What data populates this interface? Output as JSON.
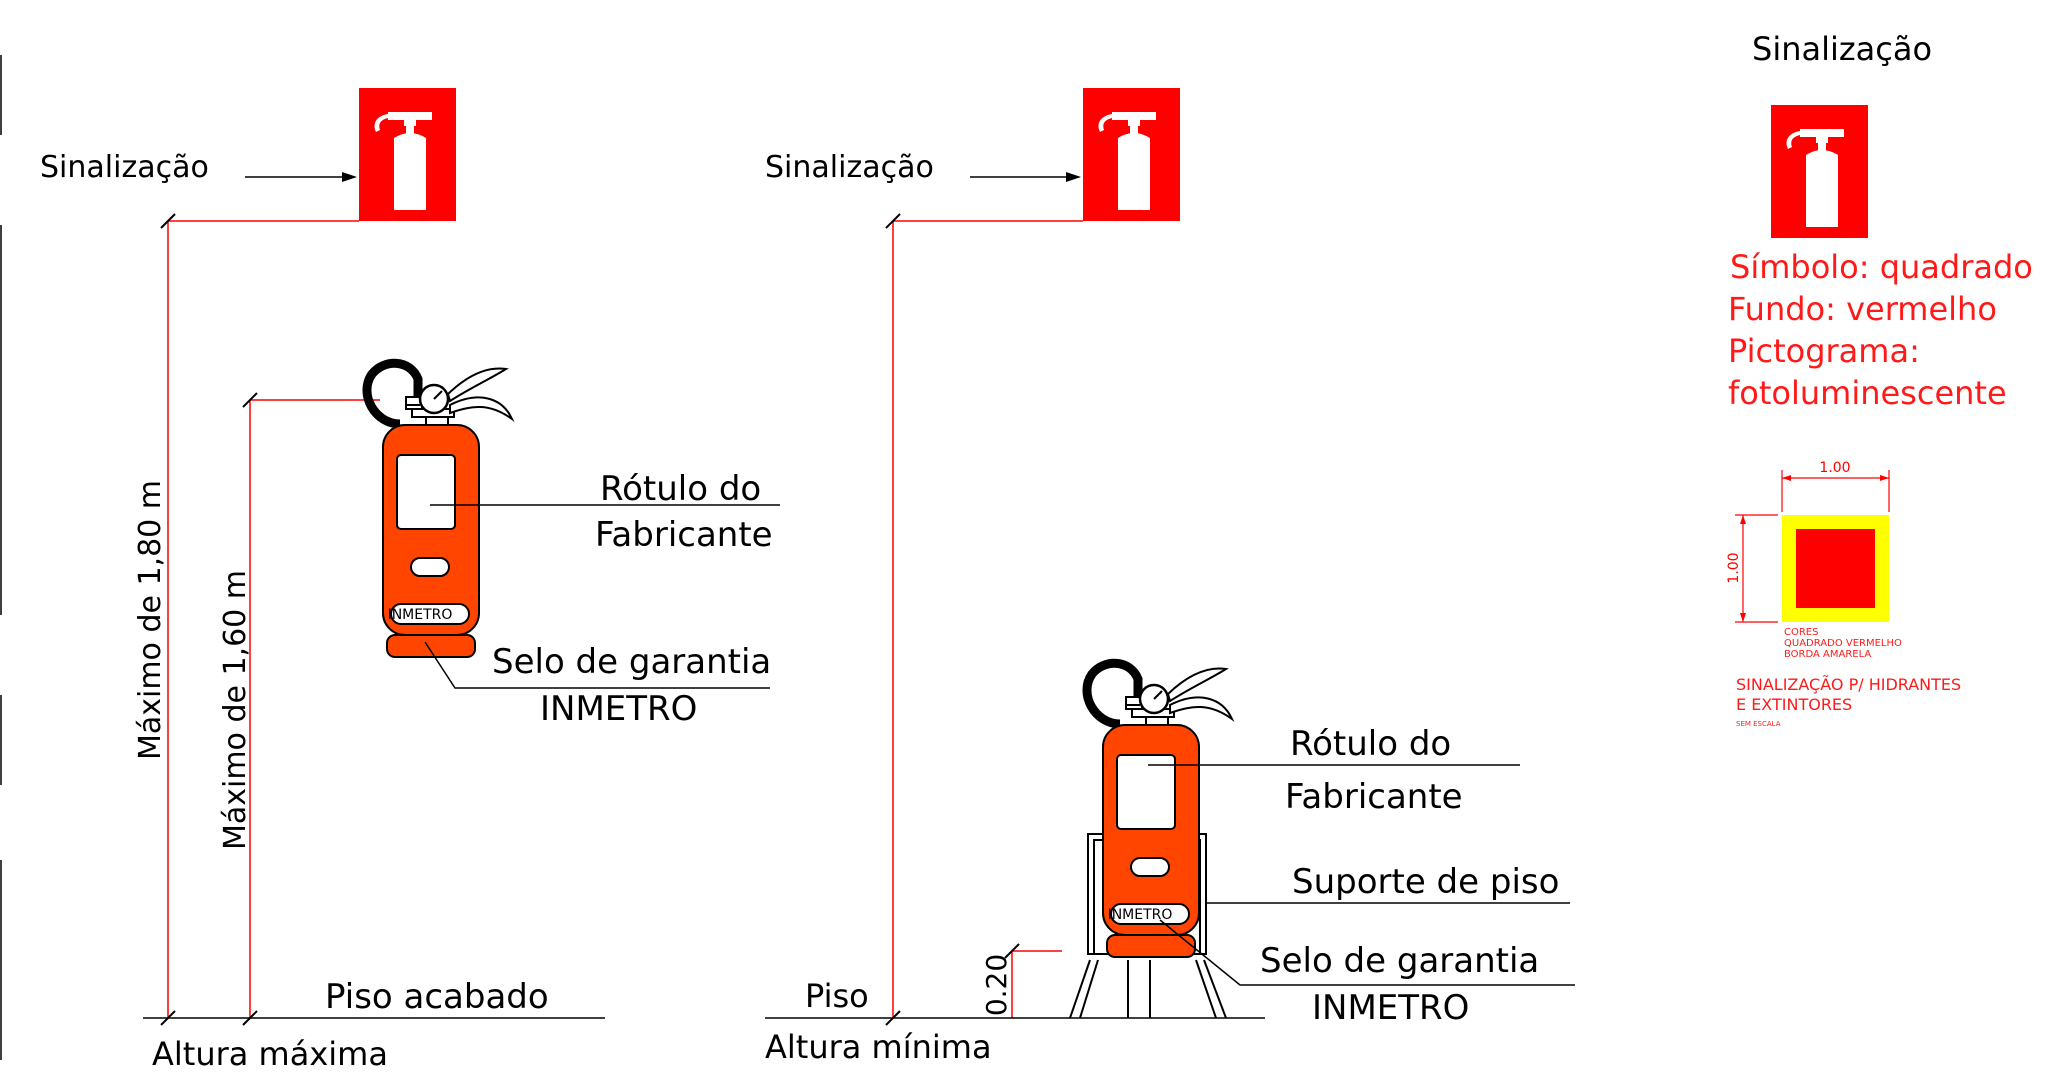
{
  "left": {
    "sign_label": "Sinalização",
    "dim_outer": "Máximo de 1,80 m",
    "dim_inner": "Máximo de 1,60 m",
    "label_line1": "Rótulo do",
    "label_line2": "Fabricante",
    "seal_line1": "Selo de garantia",
    "seal_line2": "INMETRO",
    "badge": "INMETRO",
    "floor": "Piso acabado",
    "caption": "Altura máxima"
  },
  "middle": {
    "sign_label": "Sinalização",
    "label_line1": "Rótulo do",
    "label_line2": "Fabricante",
    "support": "Suporte de piso",
    "seal_line1": "Selo de garantia",
    "seal_line2": "INMETRO",
    "badge": "INMETRO",
    "floor": "Piso",
    "dim": "0.20",
    "caption": "Altura mínima"
  },
  "right": {
    "title": "Sinalização",
    "props": [
      "Símbolo: quadrado",
      "Fundo: vermelho",
      "Pictograma:",
      "fotoluminescente"
    ],
    "dim_h": "1.00",
    "dim_v": "1.00",
    "notes": [
      "CORES",
      "QUADRADO VERMELHO",
      "BORDA AMARELA"
    ],
    "heading_lines": [
      "SINALIZAÇÃO P/ HIDRANTES",
      "E EXTINTORES"
    ],
    "scale": "SEM ESCALA"
  },
  "colors": {
    "sign_red": "#ff0000",
    "extinguisher": "#ff4500",
    "dimension_red": "#ff0000",
    "border_yellow": "#ffff00",
    "annotation_red": "#ff1a1a"
  }
}
